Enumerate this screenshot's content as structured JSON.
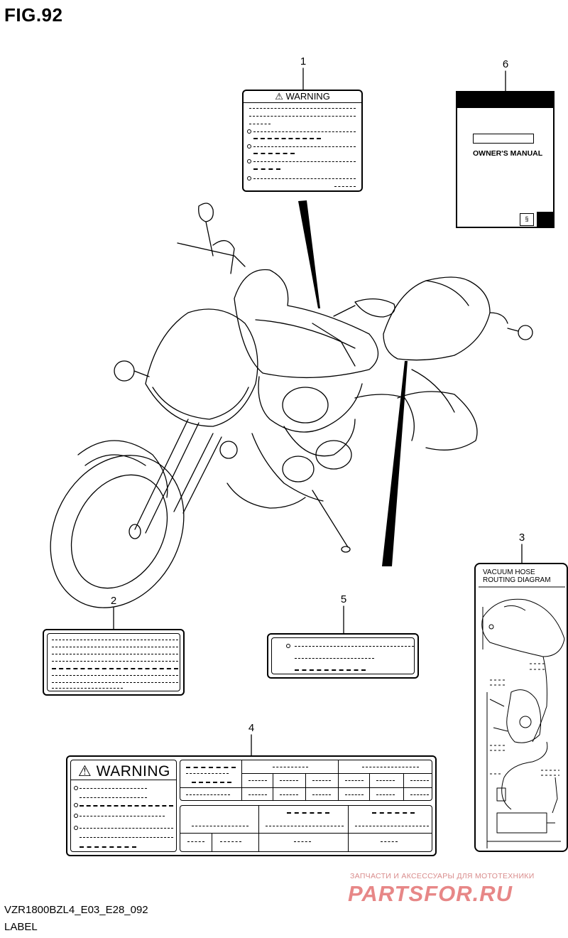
{
  "figure": {
    "title": "FIG.92",
    "code": "VZR1800BZL4_E03_E28_092",
    "name": "LABEL"
  },
  "callouts": [
    "1",
    "2",
    "3",
    "4",
    "5",
    "6"
  ],
  "labels": {
    "warning_1": {
      "heading": "⚠ WARNING"
    },
    "warning_4": {
      "heading": "⚠ WARNING"
    },
    "owners_manual": {
      "title": "OWNER'S MANUAL"
    },
    "vacuum_diagram": {
      "title_line1": "VACUUM HOSE",
      "title_line2": "ROUTING DIAGRAM"
    }
  },
  "watermark": {
    "tagline": "ЗАПЧАСТИ И АКСЕССУАРЫ ДЛЯ МОТОТЕХНИКИ",
    "brand": "PARTSFOR.RU"
  }
}
